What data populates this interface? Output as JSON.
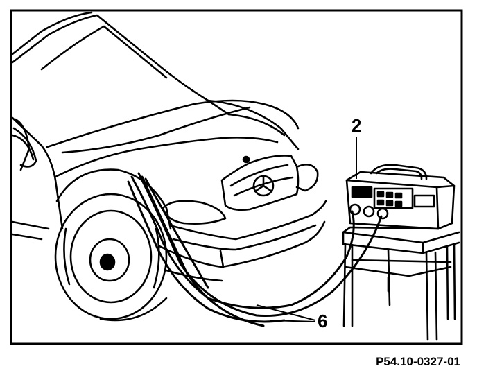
{
  "figure": {
    "callouts": {
      "charger": "2",
      "cables": "6"
    },
    "reference_code": "P54.10-0327-01"
  }
}
